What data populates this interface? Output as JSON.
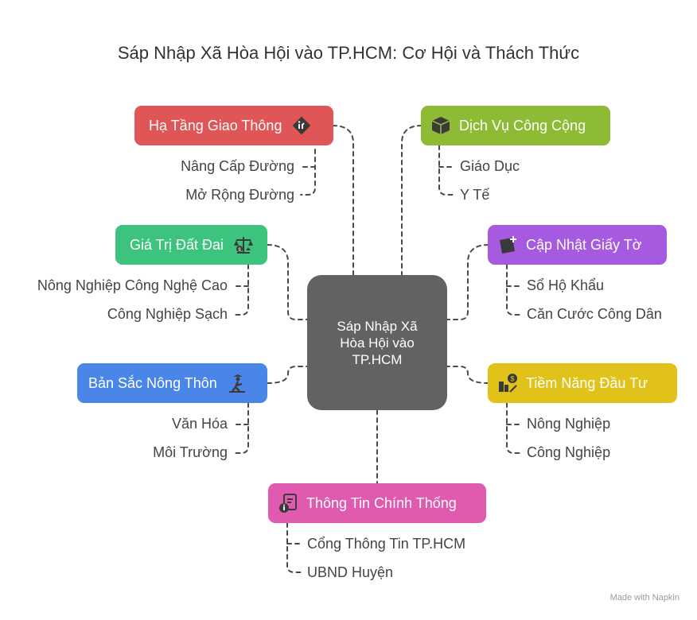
{
  "title": "Sáp Nhập Xã Hòa Hội vào TP.HCM: Cơ Hội và Thách Thức",
  "center": "Sáp Nhập Xã Hòa Hội vào TP.HCM",
  "topics": {
    "ha_tang": {
      "label": "Hạ Tầng Giao Thông",
      "color": "#E05555",
      "icon": "road-sign-icon",
      "items": [
        "Nâng Cấp Đường",
        "Mở Rộng Đường"
      ]
    },
    "dich_vu": {
      "label": "Dịch Vụ Công Cộng",
      "color": "#8DBB34",
      "icon": "box-icon",
      "items": [
        "Giáo Dục",
        "Y Tế"
      ]
    },
    "gia_tri": {
      "label": "Giá Trị Đất Đai",
      "color": "#3CC47F",
      "icon": "scale-icon",
      "items": [
        "Nông Nghiệp Công Nghệ Cao",
        "Công Nghiệp Sạch"
      ]
    },
    "cap_nhat": {
      "label": "Cập Nhật Giấy Tờ",
      "color": "#A65AE0",
      "icon": "document-add-icon",
      "items": [
        "Sổ Hộ Khẩu",
        "Căn Cước Công Dân"
      ]
    },
    "ban_sac": {
      "label": "Bản Sắc Nông Thôn",
      "color": "#4A86E8",
      "icon": "farmer-icon",
      "items": [
        "Văn Hóa",
        "Môi Trường"
      ]
    },
    "tiem_nang": {
      "label": "Tiềm Năng Đầu Tư",
      "color": "#E0C21A",
      "icon": "investment-icon",
      "items": [
        "Nông Nghiệp",
        "Công Nghiệp"
      ]
    },
    "thong_tin": {
      "label": "Thông Tin Chính Thống",
      "color": "#E05AB0",
      "icon": "info-document-icon",
      "items": [
        "Cổng Thông Tin TP.HCM",
        "UBND Huyện"
      ]
    }
  },
  "watermark": "Made with Napkin"
}
